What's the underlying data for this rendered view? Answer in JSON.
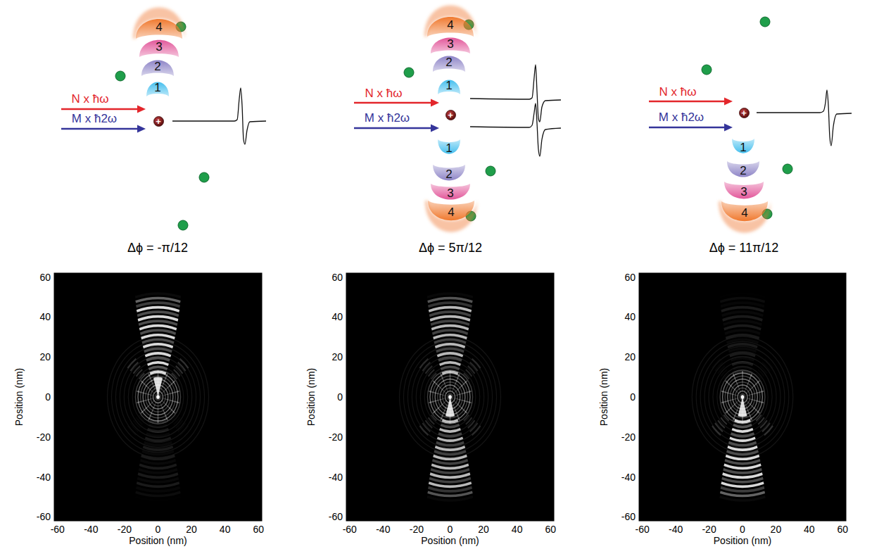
{
  "diagram": {
    "nodes": [
      {
        "text": [
          "4"
        ]
      },
      {
        "text": [
          "3"
        ]
      },
      {
        "text": [
          "2"
        ]
      },
      {
        "text": [
          "1"
        ]
      },
      {
        "text": [
          "+"
        ]
      },
      {
        "text": [
          "4"
        ]
      },
      {
        "text": [
          "3"
        ]
      },
      {
        "text": [
          "2"
        ]
      },
      {
        "text": [
          "1"
        ]
      },
      {
        "text": [
          "+"
        ]
      },
      {
        "text": [
          "1"
        ]
      },
      {
        "text": [
          "2"
        ]
      },
      {
        "text": [
          "3"
        ]
      },
      {
        "text": [
          "4"
        ]
      },
      {
        "text": [
          "+"
        ]
      },
      {
        "text": [
          "1"
        ]
      },
      {
        "text": [
          "2"
        ]
      },
      {
        "text": [
          "3"
        ]
      },
      {
        "text": [
          "4"
        ]
      }
    ],
    "labels": [
      "N x ħω",
      "M x ħ2ω",
      "N x ħω",
      "M x ħ2ω",
      "N x ħω",
      "M x ħ2ω",
      "Δϕ = -π/12",
      "Δϕ = 5π/12",
      "Δϕ = 11π/12",
      "60",
      "40",
      "20",
      "0",
      "-20",
      "-40",
      "-60",
      "Position (nm)",
      "-60",
      "-40",
      "-20",
      "0",
      "20",
      "40",
      "60",
      "Position (nm)",
      "60",
      "40",
      "20",
      "0",
      "-20",
      "-40",
      "-60",
      "Position (nm)",
      "-60",
      "-40",
      "-20",
      "0",
      "20",
      "40",
      "60",
      "Position (nm)",
      "60",
      "40",
      "20",
      "0",
      "-20",
      "-40",
      "-60",
      "Position (nm)",
      "-60",
      "-40",
      "-20",
      "0",
      "20",
      "40",
      "60",
      "Position (nm)"
    ]
  }
}
